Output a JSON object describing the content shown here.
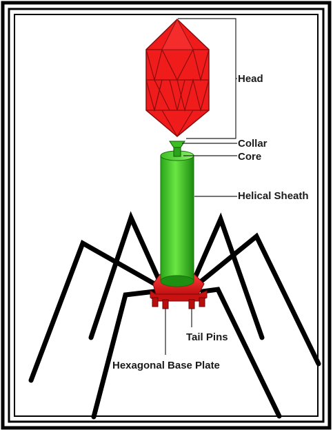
{
  "labels": {
    "head": "Head",
    "collar": "Collar",
    "core": "Core",
    "helical_sheath": "Helical Sheath",
    "tail_pins": "Tail Pins",
    "base_plate": "Hexagonal Base Plate"
  },
  "colors": {
    "head_fill": "#f01c1c",
    "head_edge": "#8a0c0c",
    "sheath_light": "#5fe03a",
    "sheath_dark": "#1f8f12",
    "base_plate": "#ee1a1a",
    "legs": "#000000",
    "frame": "#000000"
  }
}
